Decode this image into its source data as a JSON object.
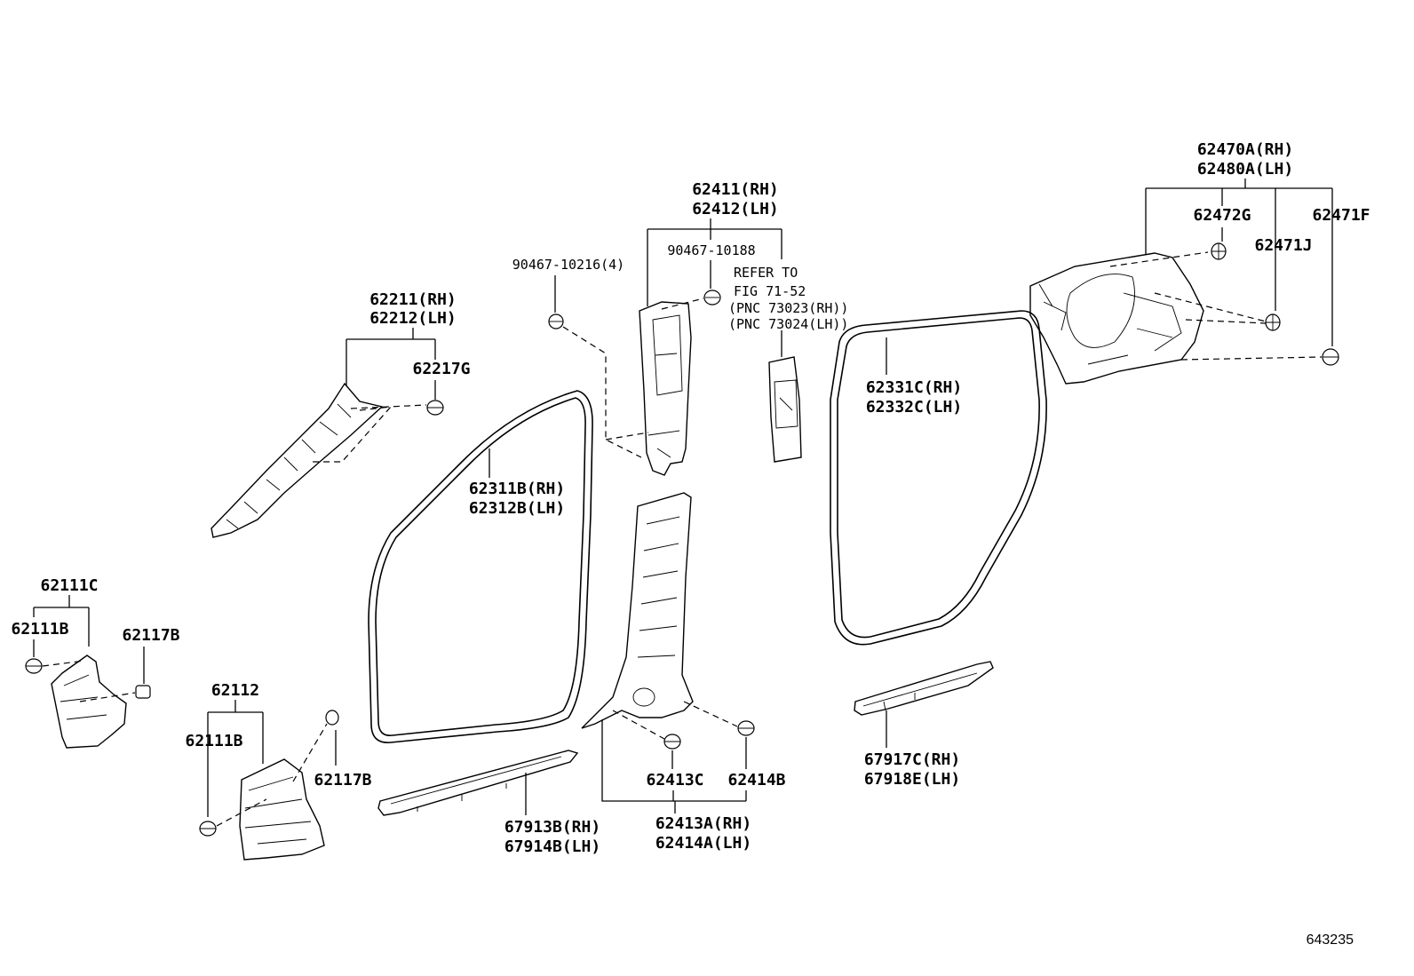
{
  "labels": {
    "p62470A": "62470A(RH)",
    "p62480A": "62480A(LH)",
    "p62472G": "62472G",
    "p62471F": "62471F",
    "p62471J": "62471J",
    "p62411": "62411(RH)",
    "p62412": "62412(LH)",
    "p90467_10188": "90467-10188",
    "p90467_10216": "90467-10216(4)",
    "refer_to": "REFER TO",
    "fig_ref": "FIG 71-52",
    "pnc_rh": "(PNC 73023(RH))",
    "pnc_lh": "(PNC 73024(LH))",
    "p62211": "62211(RH)",
    "p62212": "62212(LH)",
    "p62217G": "62217G",
    "p62331C": "62331C(RH)",
    "p62332C": "62332C(LH)",
    "p62311B": "62311B(RH)",
    "p62312B": "62312B(LH)",
    "p62111C": "62111C",
    "p62111B_a": "62111B",
    "p62117B_a": "62117B",
    "p62112": "62112",
    "p62111B_b": "62111B",
    "p62117B_b": "62117B",
    "p62413C": "62413C",
    "p62414B": "62414B",
    "p62413A": "62413A(RH)",
    "p62414A": "62414A(LH)",
    "p67913B": "67913B(RH)",
    "p67914B": "67914B(LH)",
    "p67917C": "67917C(RH)",
    "p67918E": "67918E(LH)"
  },
  "figure_id": "643235"
}
